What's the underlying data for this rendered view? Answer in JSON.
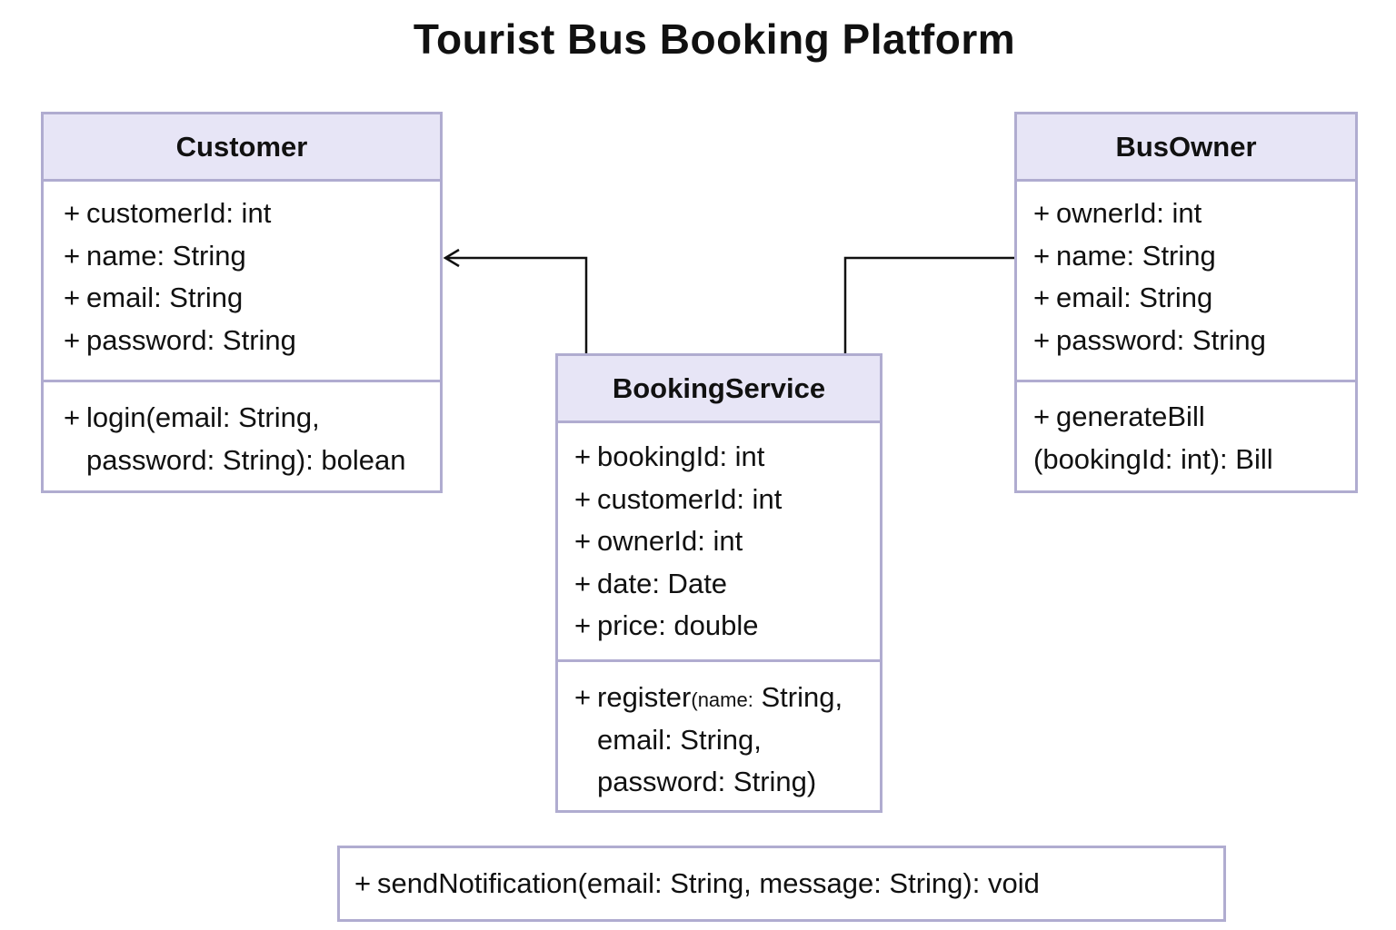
{
  "title": "Tourist Bus Booking Platform",
  "visibility_symbol": "+",
  "colors": {
    "border": "#b0acd0",
    "header_fill": "#e7e5f6",
    "line": "#111111"
  },
  "classes": {
    "customer": {
      "name": "Customer",
      "attributes": [
        "customerId: int",
        "name: String",
        "email: String",
        "password: String"
      ],
      "operations": {
        "line1": "login(email: String,",
        "line2": "password: String): bolean"
      }
    },
    "bus_owner": {
      "name": "BusOwner",
      "attributes": [
        "ownerId: int",
        "name: String",
        "email: String",
        "password: String"
      ],
      "operations": {
        "line1": "generateBill",
        "line2": "(bookingId:  int): Bill"
      }
    },
    "booking_service": {
      "name": "BookingService",
      "attributes": [
        "bookingId: int",
        "customerId: int",
        "ownerId: int",
        "date: Date",
        "price: double"
      ],
      "operations": {
        "line1_name": "register",
        "line1_params": "(name:",
        "line1_rest": " String,",
        "line2": "email: String,",
        "line3": "password: String)"
      }
    }
  },
  "notification": {
    "signature": "sendNotification(email: String,  message: String): void"
  },
  "relations": [
    {
      "from": "BookingService",
      "to": "Customer",
      "kind": "directed-association"
    },
    {
      "from": "BookingService",
      "to": "BusOwner",
      "kind": "association"
    }
  ]
}
